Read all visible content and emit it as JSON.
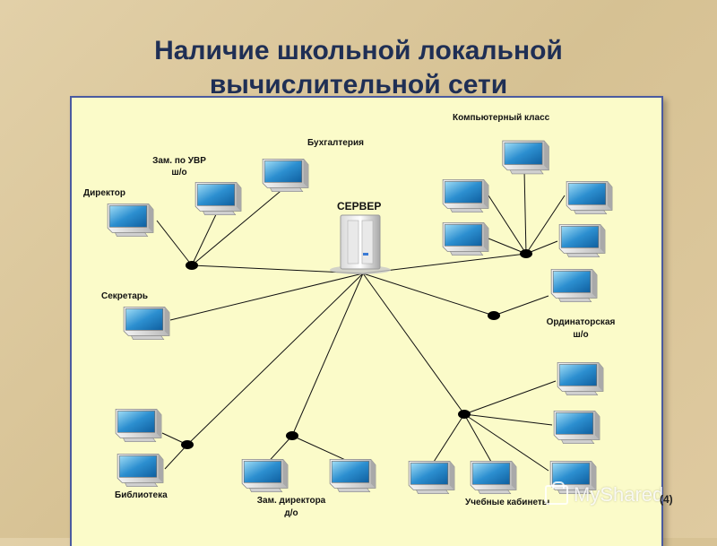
{
  "title": {
    "line1": "Наличие школьной локальной",
    "line2": "вычислительной сети"
  },
  "diagram": {
    "server_label": "СЕРВЕР",
    "labels": {
      "director": "Директор",
      "deputy_uvr_1": "Зам. по УВР",
      "deputy_uvr_2": "ш/о",
      "accounting": "Бухгалтерия",
      "computer_class": "Компьютерный класс",
      "secretary": "Секретарь",
      "ordinator_1": "Ординаторская",
      "ordinator_2": "ш/о",
      "library": "Библиотека",
      "deputy_director_1": "Зам. директора",
      "deputy_director_2": "д/о",
      "classrooms": "Учебные кабинеты"
    }
  },
  "watermark": "MyShared",
  "page_number": "(4)",
  "colors": {
    "title": "#1f2f55",
    "panel_bg": "#fbfbc9",
    "panel_border": "#4a5aa0",
    "background": "#dcc9a0"
  }
}
